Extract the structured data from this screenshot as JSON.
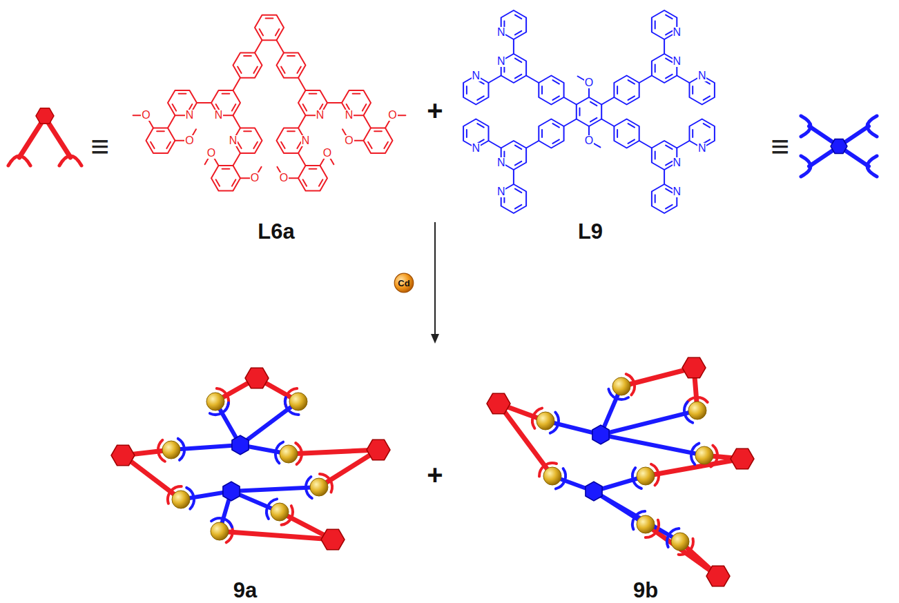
{
  "diagram": {
    "nodes": [
      {
        "text": [
          "Cd"
        ]
      }
    ],
    "labels": [
      "≡",
      "N",
      "N",
      "N",
      "N",
      "N",
      "N",
      "O",
      "O",
      "O",
      "O",
      "O",
      "O",
      "O",
      "O",
      "+",
      "N",
      "N",
      "N",
      "N",
      "N",
      "N",
      "N",
      "N",
      "N",
      "N",
      "N",
      "N",
      "O",
      "O",
      "≡",
      "L6a",
      "L9",
      "9a",
      "+",
      "9b"
    ]
  }
}
